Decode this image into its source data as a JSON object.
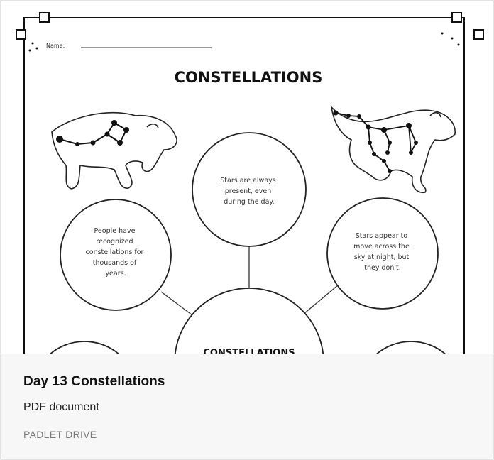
{
  "attachment": {
    "title": "Day 13 Constellations",
    "type_label": "PDF document",
    "source": "PADLET DRIVE"
  },
  "worksheet": {
    "name_label": "Name:",
    "heading": "CONSTELLATIONS",
    "center_label": "CONSTELLATIONS",
    "bubble_top": [
      "Stars are always",
      "present, even",
      "during the day."
    ],
    "bubble_left": [
      "People have",
      "recognized",
      "constellations for",
      "thousands of",
      "years."
    ],
    "bubble_right": [
      "Stars appear to",
      "move across the",
      "sky at night, but",
      "they don't."
    ]
  }
}
